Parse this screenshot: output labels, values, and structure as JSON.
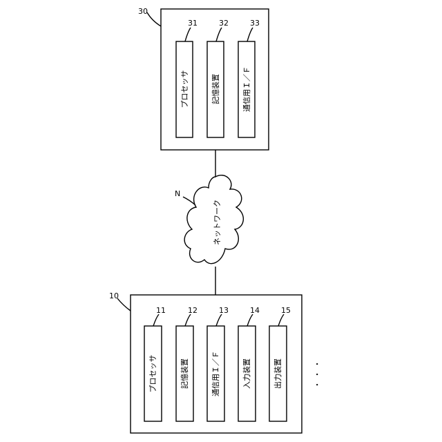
{
  "server": {
    "ref": "30",
    "components": [
      {
        "ref": "31",
        "label": "プロセッサ"
      },
      {
        "ref": "32",
        "label": "記憶装置"
      },
      {
        "ref": "33",
        "label": "通信用Ｉ／Ｆ"
      }
    ]
  },
  "network": {
    "ref": "N",
    "label": "ネットワーク"
  },
  "terminal": {
    "ref": "10",
    "components": [
      {
        "ref": "11",
        "label": "プロセッサ"
      },
      {
        "ref": "12",
        "label": "記憶装置"
      },
      {
        "ref": "13",
        "label": "通信用Ｉ／Ｆ"
      },
      {
        "ref": "14",
        "label": "入力装置"
      },
      {
        "ref": "15",
        "label": "出力装置"
      }
    ],
    "ellipsis": "・・・"
  }
}
